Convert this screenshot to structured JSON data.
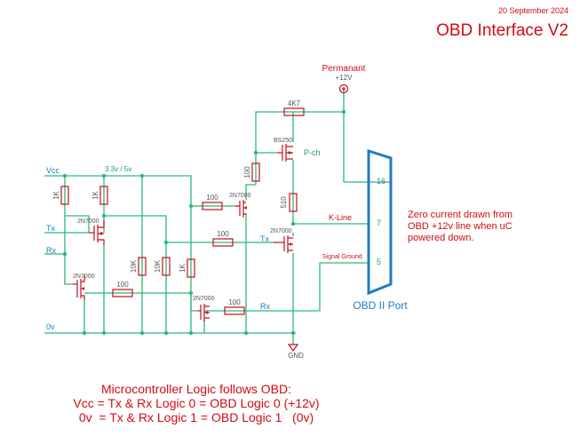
{
  "header": {
    "date": "20 September 2024",
    "title": "OBD Interface V2"
  },
  "supply": {
    "permanent_label": "Permanant",
    "permanent_voltage": "+12V",
    "vcc_label": "Vcc",
    "logic_voltage": "3.3v / 5v",
    "ground_rail_label": "0v",
    "gnd_label": "GND"
  },
  "signals": {
    "tx_in": "Tx",
    "rx_in": "Rx",
    "tx_line": "Tx",
    "rx_line": "Rx",
    "kline": "K-Line",
    "signal_ground": "Signal Ground"
  },
  "components": {
    "r_4k7": "4K7",
    "q_pch_part": "BS250",
    "q_pch_type": "P-ch",
    "r_100_vertical": "100",
    "r_510": "510",
    "r_1k_a": "1K",
    "r_1k_b": "1K",
    "r_1k_c": "1K",
    "r_10k_a": "10K",
    "r_10k_b": "10K",
    "r_100_a": "100",
    "r_100_b": "100",
    "r_100_c": "100",
    "r_100_d": "100",
    "q_2n7000_a": "2N7000",
    "q_2n7000_b": "2N7000",
    "q_2n7000_c": "2N7000",
    "q_2n7000_d": "2N7000",
    "q_2n7000_e": "2N7000"
  },
  "connector": {
    "name": "OBD II Port",
    "pin_16": "16",
    "pin_7": "7",
    "pin_5": "5"
  },
  "note": {
    "line1": "Zero current drawn from",
    "line2": "OBD +12v line when uC",
    "line3": "powered down."
  },
  "footer": {
    "line1": "Microcontroller Logic follows OBD:",
    "line2": "Vcc = Tx & Rx Logic 0 = OBD Logic 0 (+12v)",
    "line3": "0v  = Tx & Rx Logic 1 = OBD Logic 1   (0v)"
  },
  "colors": {
    "wire": "#2db87a",
    "component": "#c0101e",
    "title_text": "#d00c12",
    "connector": "#1f7cc0"
  }
}
